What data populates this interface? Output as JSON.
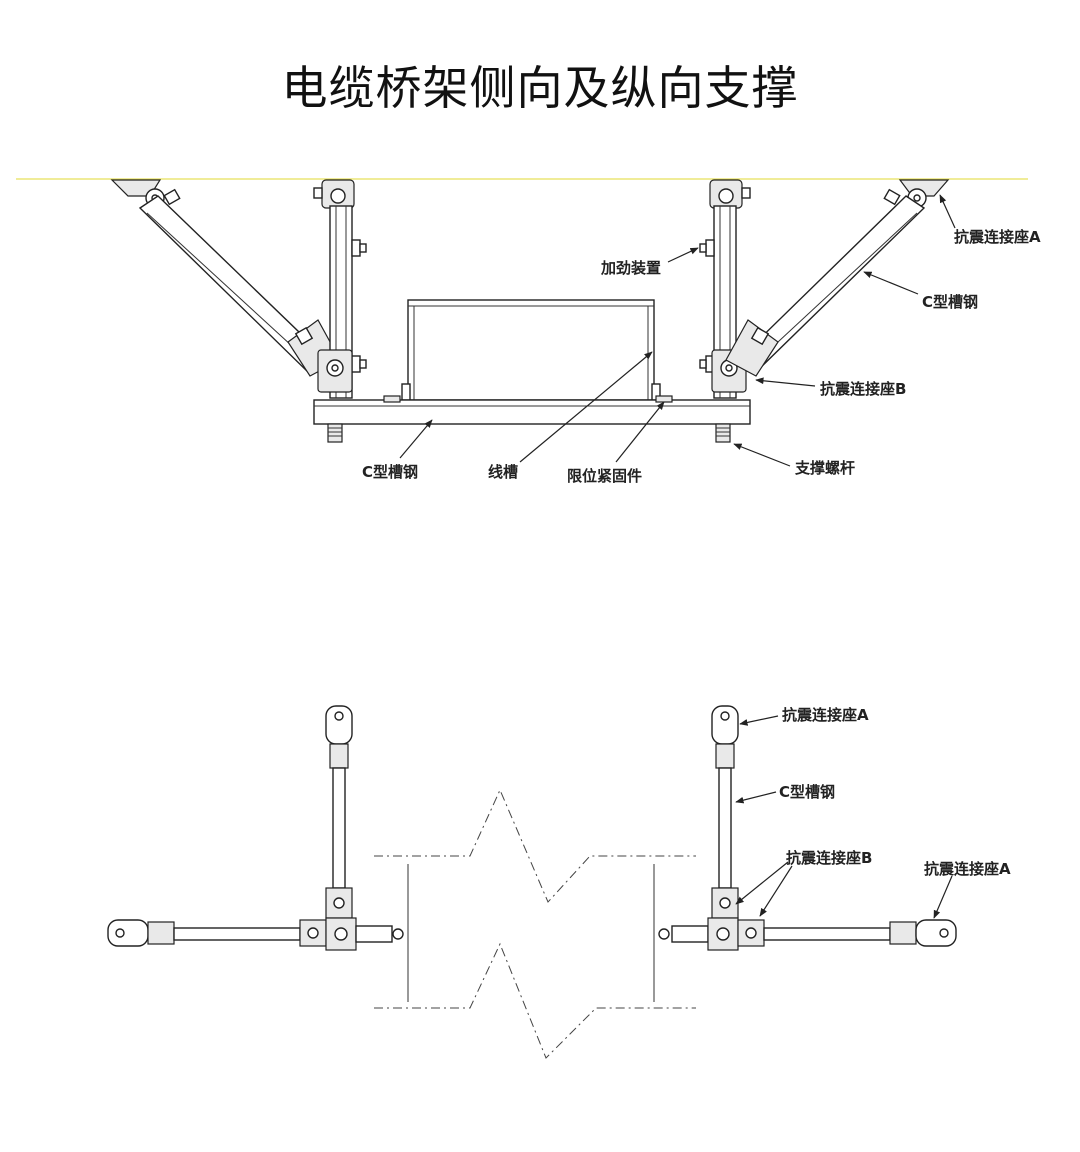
{
  "title": "电缆桥架侧向及纵向支撑",
  "top_view": {
    "labels": {
      "anchor_a": "抗震连接座A",
      "stiffener": "加劲装置",
      "c_channel_right": "C型槽钢",
      "anchor_b": "抗震连接座B",
      "support_rod": "支撑螺杆",
      "c_channel_bottom": "C型槽钢",
      "trunking": "线槽",
      "limit_fastener": "限位紧固件"
    }
  },
  "bottom_view": {
    "labels": {
      "anchor_a_top": "抗震连接座A",
      "c_channel": "C型槽钢",
      "anchor_b": "抗震连接座B",
      "anchor_a_right": "抗震连接座A"
    }
  },
  "colors": {
    "ceiling_line": "#e8e05a",
    "stroke": "#222222"
  }
}
